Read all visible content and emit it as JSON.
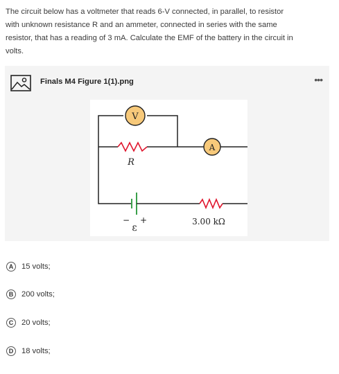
{
  "question": {
    "lines": [
      "The circuit below has a voltmeter that reads 6-V connected, in parallel, to resistor",
      "with unknown resistance R and an ammeter, connected in series with the same",
      "resistor, that has a reading of 3 mA. Calculate the EMF of the battery in the circuit in",
      "volts."
    ]
  },
  "attachment": {
    "filename": "Finals M4 Figure 1(1).png",
    "icon": "image-icon",
    "menu_icon": "more-icon",
    "figure": {
      "voltmeter_label": "V",
      "ammeter_label": "A",
      "resistor_label": "R",
      "battery_minus": "−",
      "battery_plus": "+",
      "emf_label": "ε",
      "resistor2_label": "3.00 kΩ",
      "meter_fill": "#f7c97a",
      "wire_color": "#222222",
      "resistor_color": "#e0152d",
      "battery_color": "#3aa04a"
    }
  },
  "options": [
    {
      "letter": "A",
      "text": "15 volts;"
    },
    {
      "letter": "B",
      "text": "200 volts;"
    },
    {
      "letter": "C",
      "text": "20 volts;"
    },
    {
      "letter": "D",
      "text": "18 volts;"
    }
  ]
}
